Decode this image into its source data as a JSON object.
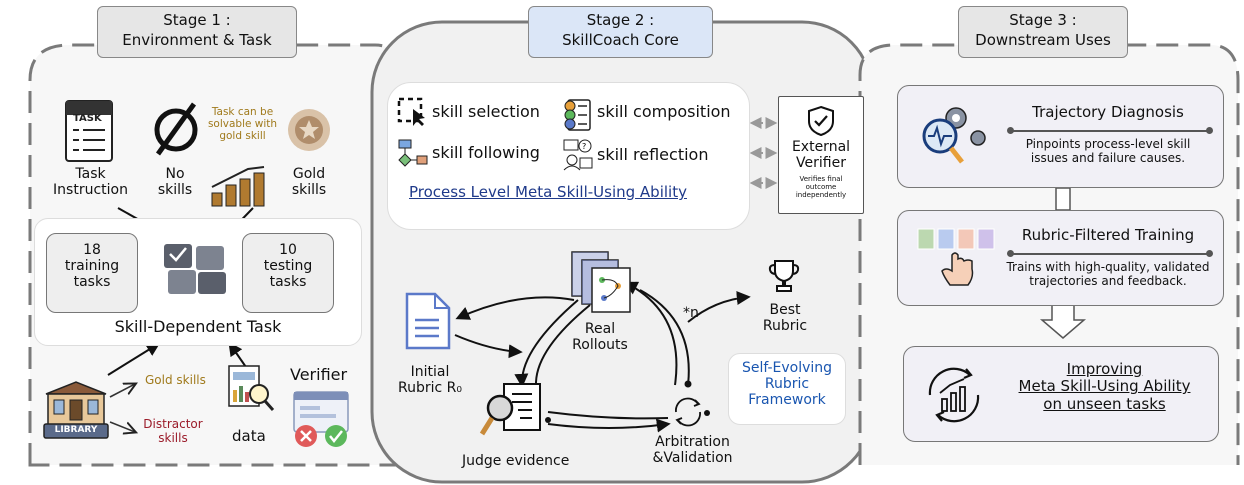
{
  "stage1": {
    "title_line1": "Stage 1 :",
    "title_line2": "Environment & Task",
    "task_icon_text": "TASK",
    "task_instruction_l1": "Task",
    "task_instruction_l2": "Instruction",
    "no_skills_l1": "No",
    "no_skills_l2": "skills",
    "solvable_l1": "Task can be",
    "solvable_l2": "solvable with",
    "solvable_l3": "gold skill",
    "gold_skills_l1": "Gold",
    "gold_skills_l2": "skills",
    "training_l1": "18",
    "training_l2": "training",
    "training_l3": "tasks",
    "testing_l1": "10",
    "testing_l2": "testing",
    "testing_l3": "tasks",
    "skill_dependent": "Skill-Dependent Task",
    "library_label": "LIBRARY",
    "gold_skills_small": "Gold skills",
    "distractor_l1": "Distractor",
    "distractor_l2": "skills",
    "data_label": "data",
    "verifier_label": "Verifier"
  },
  "stage2": {
    "title_line1": "Stage 2 :",
    "title_line2": "SkillCoach Core",
    "skill_selection": "skill selection",
    "skill_composition": "skill composition",
    "skill_following": "skill following",
    "skill_reflection": "skill reflection",
    "process_level": "Process Level Meta Skill-Using Ability",
    "external_l1": "External",
    "external_l2": "Verifier",
    "verifies_l1": "Verifies final",
    "verifies_l2": "outcome",
    "verifies_l3": "independently",
    "initial_l1": "Initial",
    "initial_l2": "Rubric R₀",
    "real_l1": "Real",
    "real_l2": "Rollouts",
    "n_label": "*n",
    "best_l1": "Best",
    "best_l2": "Rubric",
    "self_l1": "Self-Evolving",
    "self_l2": "Rubric",
    "self_l3": "Framework",
    "judge": "Judge evidence",
    "arb_l1": "Arbitration",
    "arb_l2": "&Validation"
  },
  "stage3": {
    "title_line1": "Stage 3 :",
    "title_line2": "Downstream Uses",
    "diag_title": "Trajectory Diagnosis",
    "diag_l1": "Pinpoints process-level skill",
    "diag_l2": "issues and failure causes.",
    "rubric_title": "Rubric-Filtered Training",
    "rubric_l1": "Trains with high-quality, validated",
    "rubric_l2": "trajectories and feedback.",
    "improve_l1": "Improving",
    "improve_l2": "Meta Skill-Using Ability",
    "improve_l3": "on unseen tasks"
  },
  "colors": {
    "panel_stroke": "#7a7a7a",
    "gold": "#a07a1c",
    "distractor": "#9b1c2a",
    "link_blue": "#1f3a8a",
    "self_evolving_blue": "#1a56b0",
    "doc_blue": "#5b79c9",
    "stage2_tag": "#dbe6f7",
    "tag_gray": "#e6e6e6"
  }
}
